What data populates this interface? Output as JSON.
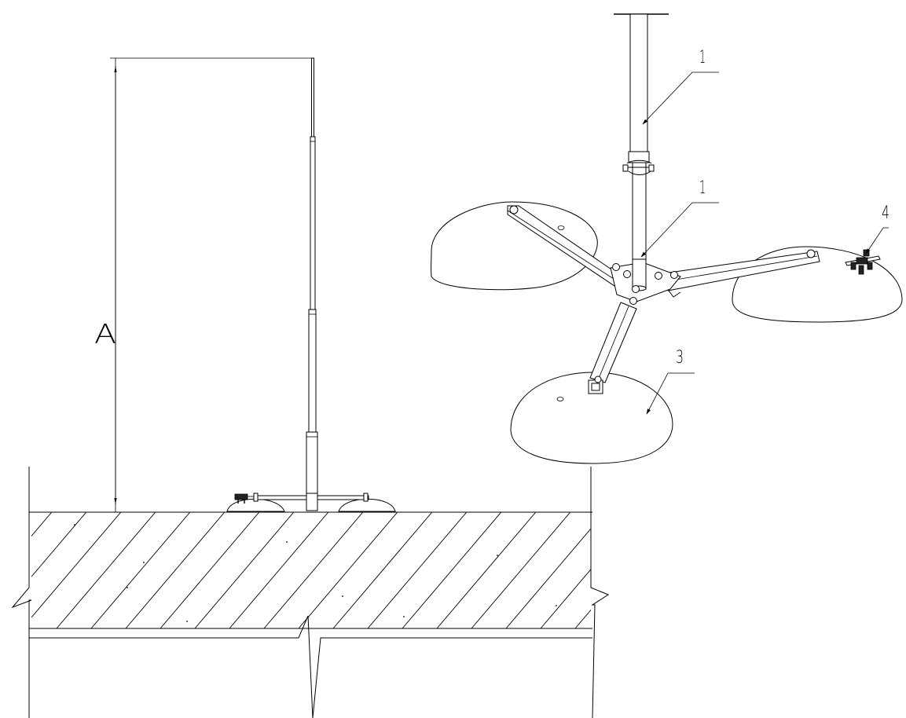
{
  "dimension_label": "A",
  "callouts": [
    {
      "text": "1"
    },
    {
      "text": "1"
    },
    {
      "text": "3"
    },
    {
      "text": "4"
    }
  ]
}
